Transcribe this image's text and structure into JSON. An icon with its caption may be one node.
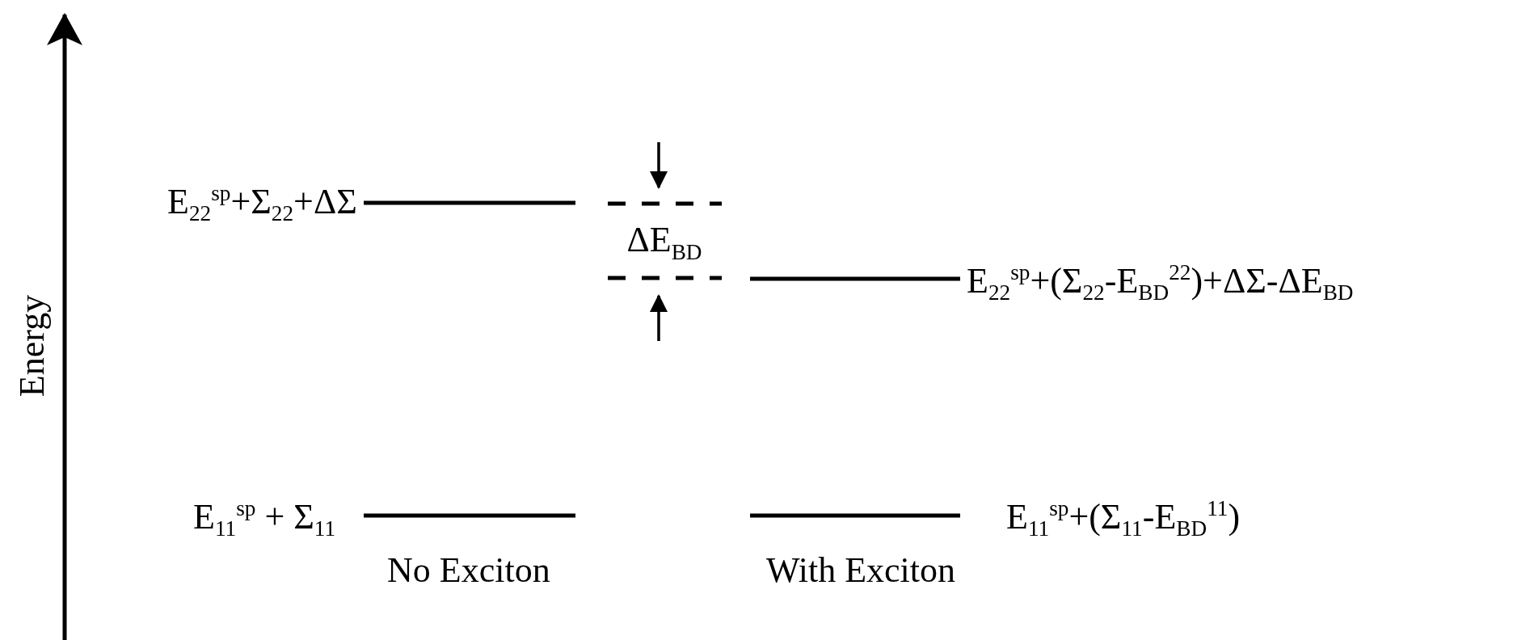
{
  "diagram": {
    "labels": [
      "Energy",
      "E$_{22}$$^{sp}$+Σ$_{22}$+ΔΣ",
      "ΔE$_{BD}$",
      "E$_{22}$$^{sp}$+(Σ$_{22}$-E$_{BD}$$^{22}$)+ΔΣ-ΔE$_{BD}$",
      "E$_{11}$$^{sp}$ + Σ$_{11}$",
      "E$_{11}$$^{sp}$+(Σ$_{11}$-E$_{BD}$$^{11}$)",
      "No Exciton",
      "With Exciton"
    ]
  }
}
